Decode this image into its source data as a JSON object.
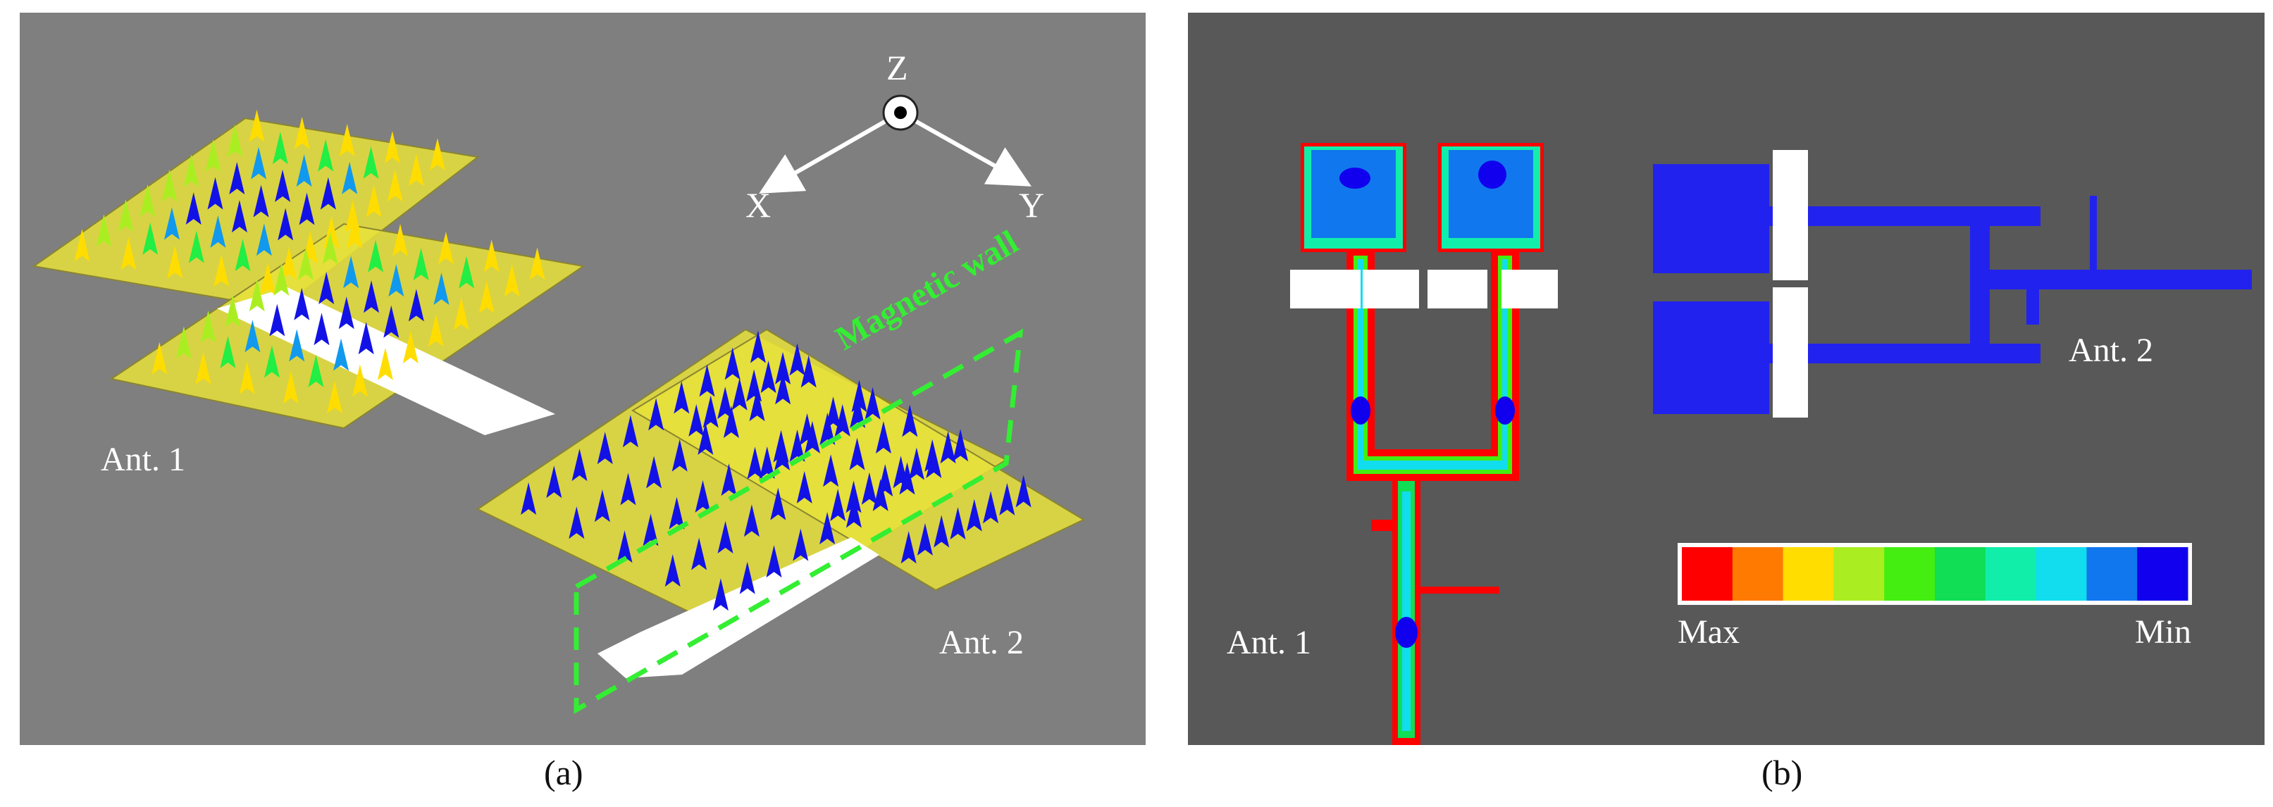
{
  "panel_a": {
    "caption": "(a)",
    "axes": {
      "z": "Z",
      "x": "X",
      "y": "Y"
    },
    "labels": {
      "ant1": "Ant. 1",
      "ant2": "Ant. 2",
      "magnetic_wall": "Magnetic wall"
    },
    "colors": {
      "background": "#7f7f7f",
      "patch": "#e8e23a",
      "wall": "#33ee33",
      "arrow_blue": "#1212e6",
      "arrow_red": "#ff1a10"
    }
  },
  "panel_b": {
    "caption": "(b)",
    "labels": {
      "ant1": "Ant. 1",
      "ant2": "Ant. 2"
    },
    "colorbar": {
      "max_label": "Max",
      "min_label": "Min",
      "colors": [
        "#ff0000",
        "#ff7a00",
        "#ffdd00",
        "#aaee22",
        "#44ee11",
        "#11dd55",
        "#11eeaa",
        "#11ddee",
        "#1177ee",
        "#1100ee"
      ]
    },
    "colors": {
      "background": "#585858",
      "ant2_fill": "#2222ee"
    }
  }
}
